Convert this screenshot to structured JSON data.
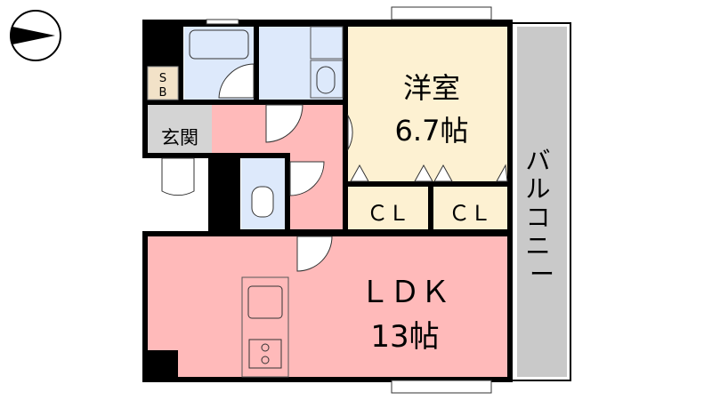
{
  "plan": {
    "western_room": {
      "name": "洋室",
      "size": "6.7帖"
    },
    "closet_left": "ＣＬ",
    "closet_right": "ＣＬ",
    "ldk": {
      "name": "ＬＤＫ",
      "size": "13帖"
    },
    "entrance": "玄関",
    "shoe_box": [
      "S",
      "B"
    ],
    "balcony": [
      "バ",
      "ル",
      "コ",
      "ニ",
      "ー"
    ]
  },
  "colors": {
    "ldk": "#ffbaba",
    "western": "#fdf1d2",
    "wet": "#dde9fb",
    "entrance": "#d4d4d4",
    "balcony": "#c9c9c9",
    "shoebox": "#f2e2c8"
  }
}
